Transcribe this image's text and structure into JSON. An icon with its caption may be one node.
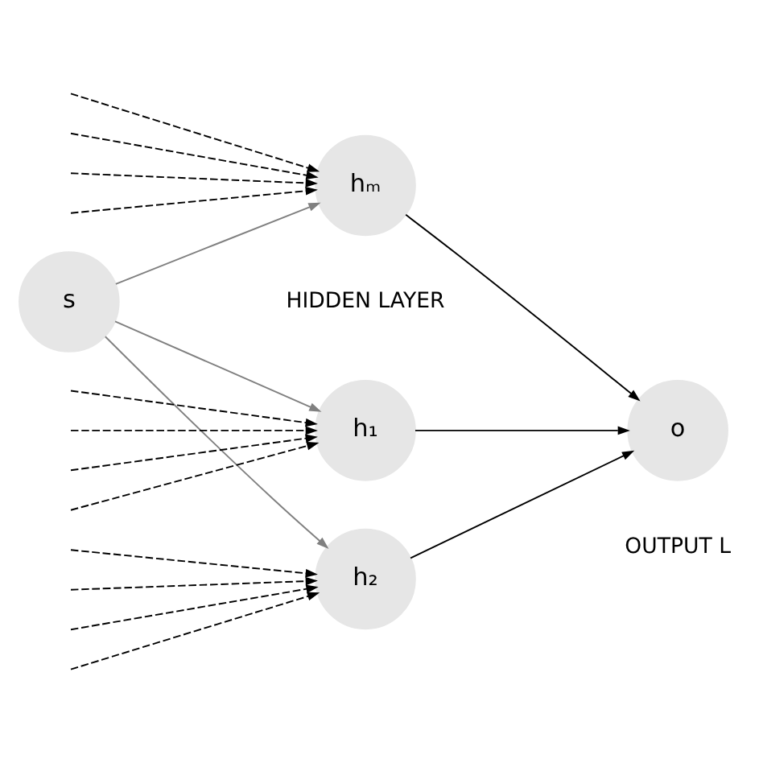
{
  "diagram": {
    "nodes": [
      {
        "text": [
          "h₁"
        ]
      },
      {
        "text": [
          "h₂"
        ]
      },
      {
        "text": [
          "hₘ"
        ]
      },
      {
        "text": [
          "o"
        ]
      },
      {
        "text": [
          "s"
        ]
      }
    ],
    "edges": [
      {
        "from": null,
        "to": 0,
        "arrow": "to",
        "style": "dashed"
      },
      {
        "from": null,
        "to": 0,
        "arrow": "to",
        "style": "dashed"
      },
      {
        "from": null,
        "to": 0,
        "arrow": "to",
        "style": "dashed"
      },
      {
        "from": null,
        "to": 0,
        "arrow": "to",
        "style": "dashed"
      },
      {
        "from": null,
        "to": 1,
        "arrow": "to",
        "style": "dashed"
      },
      {
        "from": null,
        "to": 1,
        "arrow": "to",
        "style": "dashed"
      },
      {
        "from": null,
        "to": 1,
        "arrow": "to",
        "style": "dashed"
      },
      {
        "from": null,
        "to": 1,
        "arrow": "to",
        "style": "dashed"
      },
      {
        "from": null,
        "to": 2,
        "arrow": "to",
        "style": "dashed"
      },
      {
        "from": null,
        "to": 2,
        "arrow": "to",
        "style": "dashed"
      },
      {
        "from": null,
        "to": 2,
        "arrow": "to",
        "style": "dashed"
      },
      {
        "from": null,
        "to": 2,
        "arrow": "to",
        "style": "dashed"
      },
      {
        "from": 4,
        "to": 0,
        "arrow": "to",
        "color": "#808080"
      },
      {
        "from": 4,
        "to": 1,
        "arrow": "to",
        "color": "#808080"
      },
      {
        "from": 4,
        "to": 2,
        "arrow": "to",
        "color": "#808080"
      },
      {
        "from": 0,
        "to": 3,
        "arrow": "to"
      },
      {
        "from": 1,
        "to": 3,
        "arrow": "to"
      },
      {
        "from": 2,
        "to": 3,
        "arrow": "to"
      }
    ],
    "labels": [
      "HIDDEN LAYER",
      "OUTPUT L"
    ]
  }
}
